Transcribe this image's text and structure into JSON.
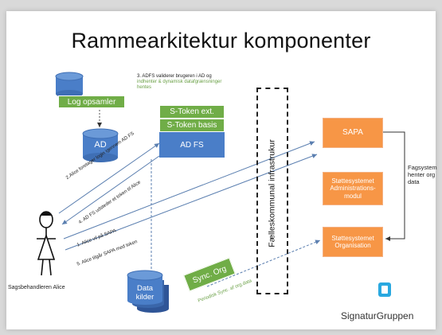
{
  "title": "Rammearkitektur komponenter",
  "components": {
    "log_opsamler": "Log opsamler",
    "ad": "AD",
    "s_token_ext": "S-Token ext.",
    "s_token_basis": "S-Token basis",
    "ad_fs": "AD FS",
    "infrastructure": "Fælleskommunal infrastrukur",
    "sapa": "SAPA",
    "stottesystemet_admin": "Støttesystemet Administrations-modul",
    "stottesystemet_org": "Støttesystemet Organisation",
    "data_kilder": "Data kilder",
    "sync_org": "Sync. Org",
    "person": "Sagsbehandleren Alice"
  },
  "notes": {
    "adfs_step_black": "3. ADFS validerer brugeren i AD og",
    "adfs_step_green": "indhenter & dynamisk datafgrænsninger hentes",
    "fagsystem": "Fagsystem henter org data",
    "periodisk_sync": "Periodisk Sync. af org.data"
  },
  "steps": {
    "step2": "2.Alice foretager login igennem AD FS",
    "step4": "4. AD FS udsteder et token til Alice",
    "step1": "1. Alice vil på SAPA",
    "step5": "5. Alice tilgår SAPA med token"
  },
  "brand": {
    "name": "SignaturGruppen",
    "icon": "signaturgruppen-logo-icon"
  },
  "colors": {
    "green": "#70ad47",
    "blue": "#4a7ec8",
    "orange": "#f79646",
    "arrow_blue": "#5b7fb0"
  }
}
